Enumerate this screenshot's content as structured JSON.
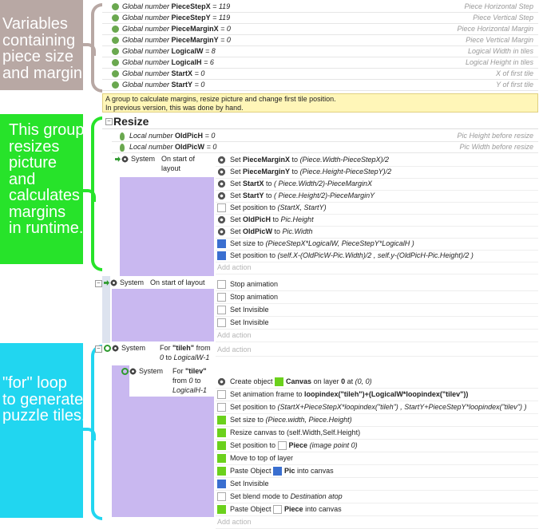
{
  "annotations": {
    "variables": {
      "lines": [
        "Variables",
        "containing",
        "piece size",
        "and margin."
      ],
      "color": "#b8a8a4"
    },
    "resize": {
      "lines": [
        "This group",
        "resizes",
        "picture",
        "and",
        "calculates",
        "margins",
        "in runtime."
      ],
      "color": "#27e32a"
    },
    "loop": {
      "lines": [
        "\"for\" loop",
        "to generate",
        "puzzle tiles."
      ],
      "color": "#21d6f0"
    }
  },
  "globals": [
    {
      "prefix": "Global number ",
      "name": "PieceStepX",
      "value": " = 119",
      "comment": "Piece Horizontal Step"
    },
    {
      "prefix": "Global number ",
      "name": "PieceStepY",
      "value": " = 119",
      "comment": "Piece Vertical Step"
    },
    {
      "prefix": "Global number ",
      "name": "PieceMarginX",
      "value": " = 0",
      "comment": "Piece Horizontal Margin"
    },
    {
      "prefix": "Global number ",
      "name": "PieceMarginY",
      "value": " = 0",
      "comment": "Piece Vertical Margin"
    },
    {
      "prefix": "Global number ",
      "name": "LogicalW",
      "value": " = 8",
      "comment": "Logical Width in tiles"
    },
    {
      "prefix": "Global number ",
      "name": "LogicalH",
      "value": " = 6",
      "comment": "Logical Height in tiles"
    },
    {
      "prefix": "Global number ",
      "name": "StartX",
      "value": " = 0",
      "comment": "X of first tile"
    },
    {
      "prefix": "Global number ",
      "name": "StartY",
      "value": " = 0",
      "comment": "Y of first tile"
    }
  ],
  "comment": {
    "line1": "A group to calculate margins, resize picture and change first tile position.",
    "line2": "In previous version, this was done by hand."
  },
  "group": {
    "collapse": "–",
    "title": "Resize"
  },
  "locals": [
    {
      "prefix": "Local number ",
      "name": "OldPicH",
      "value": " = 0",
      "comment": "Pic Height before resize"
    },
    {
      "prefix": "Local number ",
      "name": "OldPicW",
      "value": " = 0",
      "comment": "Pic Width before resize"
    }
  ],
  "event1": {
    "object": "System",
    "condition": "On start of layout",
    "actions": [
      {
        "icon": "gear",
        "parts": [
          [
            "Set ",
            ""
          ],
          [
            "PieceMarginX",
            "b"
          ],
          [
            " to ",
            ""
          ],
          [
            "(Piece.Width-PieceStepX)/2",
            "i"
          ]
        ]
      },
      {
        "icon": "gear",
        "parts": [
          [
            "Set ",
            ""
          ],
          [
            "PieceMarginY",
            "b"
          ],
          [
            " to ",
            ""
          ],
          [
            "(Piece.Height-PieceStepY)/2",
            "i"
          ]
        ]
      },
      {
        "icon": "gear",
        "parts": [
          [
            "Set ",
            ""
          ],
          [
            "StartX",
            "b"
          ],
          [
            " to ",
            ""
          ],
          [
            "( Piece.Width/2)-PieceMarginX",
            "i"
          ]
        ]
      },
      {
        "icon": "gear",
        "parts": [
          [
            "Set ",
            ""
          ],
          [
            "StartY",
            "b"
          ],
          [
            " to ",
            ""
          ],
          [
            "( Piece.Height/2)-PieceMarginY",
            "i"
          ]
        ]
      },
      {
        "icon": "hollow",
        "parts": [
          [
            "Set position to ",
            ""
          ],
          [
            "(StartX, StartY)",
            "i"
          ]
        ]
      },
      {
        "icon": "gear",
        "parts": [
          [
            "Set ",
            ""
          ],
          [
            "OldPicH",
            "b"
          ],
          [
            " to ",
            ""
          ],
          [
            "Pic.Height",
            "i"
          ]
        ]
      },
      {
        "icon": "gear",
        "parts": [
          [
            "Set ",
            ""
          ],
          [
            "OldPicW",
            "b"
          ],
          [
            " to ",
            ""
          ],
          [
            "Pic.Width",
            "i"
          ]
        ]
      },
      {
        "icon": "pic",
        "parts": [
          [
            "Set size to ",
            ""
          ],
          [
            "(PieceStepX*LogicalW, PieceStepY*LogicalH )",
            "i"
          ]
        ]
      },
      {
        "icon": "pic",
        "parts": [
          [
            "Set position to ",
            ""
          ],
          [
            "(self.X-(OldPicW-Pic.Width)/2  , self.y-(OldPicH-Pic.Height)/2  )",
            "i"
          ]
        ]
      },
      {
        "icon": "none",
        "parts": [
          [
            "Add action",
            "add"
          ]
        ]
      }
    ]
  },
  "event2": {
    "object": "System",
    "condition": "On start of layout",
    "actions": [
      {
        "icon": "hollow",
        "parts": [
          [
            "Stop animation",
            ""
          ]
        ]
      },
      {
        "icon": "hollow",
        "parts": [
          [
            "Stop animation",
            ""
          ]
        ]
      },
      {
        "icon": "hollow",
        "parts": [
          [
            "Set Invisible",
            ""
          ]
        ]
      },
      {
        "icon": "hollow",
        "parts": [
          [
            "Set Invisible",
            ""
          ]
        ]
      },
      {
        "icon": "none",
        "parts": [
          [
            "Add action",
            "add"
          ]
        ]
      }
    ]
  },
  "event3": {
    "object": "System",
    "condition": {
      "pre": "For ",
      "name": "\"tileh\"",
      "post": " from ",
      "from": "0",
      "to_word": " to ",
      "to": "LogicalW-1"
    },
    "add_action": "Add action"
  },
  "event4": {
    "object": "System",
    "condition": {
      "pre": "For ",
      "name": "\"tilev\"",
      "from_word": "from ",
      "from": "0",
      "to_word": " to ",
      "to": "LogicalH-1"
    },
    "actions": [
      {
        "icon": "gear",
        "parts": [
          [
            "Create object ",
            ""
          ],
          [
            "[G]",
            "swatch"
          ],
          [
            "Canvas",
            "b"
          ],
          [
            " on layer ",
            ""
          ],
          [
            "0",
            "b"
          ],
          [
            " at ",
            ""
          ],
          [
            "(0, 0)",
            "i"
          ]
        ]
      },
      {
        "icon": "hollow",
        "parts": [
          [
            "Set animation frame to ",
            ""
          ],
          [
            "loopindex(\"tileh\")+(LogicalW*loopindex(\"tilev\"))",
            "b"
          ]
        ]
      },
      {
        "icon": "hollow",
        "parts": [
          [
            "Set position to ",
            ""
          ],
          [
            "(StartX+PieceStepX*loopindex(\"tileh\") , StartY+PieceStepY*loopindex(\"tilev\") )",
            "i"
          ]
        ]
      },
      {
        "icon": "green",
        "parts": [
          [
            "Set size to ",
            ""
          ],
          [
            "(Piece.width, Piece.Height)",
            "i"
          ]
        ]
      },
      {
        "icon": "green",
        "parts": [
          [
            "Resize canvas to (self.Width,Self.Height)",
            ""
          ]
        ]
      },
      {
        "icon": "green",
        "parts": [
          [
            "Set position to ",
            ""
          ],
          [
            "[H]",
            "swatch"
          ],
          [
            "Piece",
            "b"
          ],
          [
            " ",
            ""
          ],
          [
            "(image point 0)",
            "i"
          ]
        ]
      },
      {
        "icon": "green",
        "parts": [
          [
            "Move to top of layer",
            ""
          ]
        ]
      },
      {
        "icon": "green",
        "parts": [
          [
            "Paste Object ",
            ""
          ],
          [
            "[P]",
            "swatch"
          ],
          [
            "Pic",
            "b"
          ],
          [
            " into canvas",
            ""
          ]
        ]
      },
      {
        "icon": "pic",
        "parts": [
          [
            "Set Invisible",
            ""
          ]
        ]
      },
      {
        "icon": "hollow",
        "parts": [
          [
            "Set blend mode to ",
            ""
          ],
          [
            "Destination atop",
            "i"
          ]
        ]
      },
      {
        "icon": "green",
        "parts": [
          [
            "Paste Object ",
            ""
          ],
          [
            "[H]",
            "swatch"
          ],
          [
            "Piece",
            "b"
          ],
          [
            " into canvas",
            ""
          ]
        ]
      },
      {
        "icon": "none",
        "parts": [
          [
            "Add action",
            "add"
          ]
        ]
      }
    ]
  },
  "colors": {
    "purple": "#c9b8f0",
    "comment_bg": "#fff6b8",
    "gray_ann": "#b8a8a4",
    "green_ann": "#27e32a",
    "cyan_ann": "#21d6f0"
  }
}
